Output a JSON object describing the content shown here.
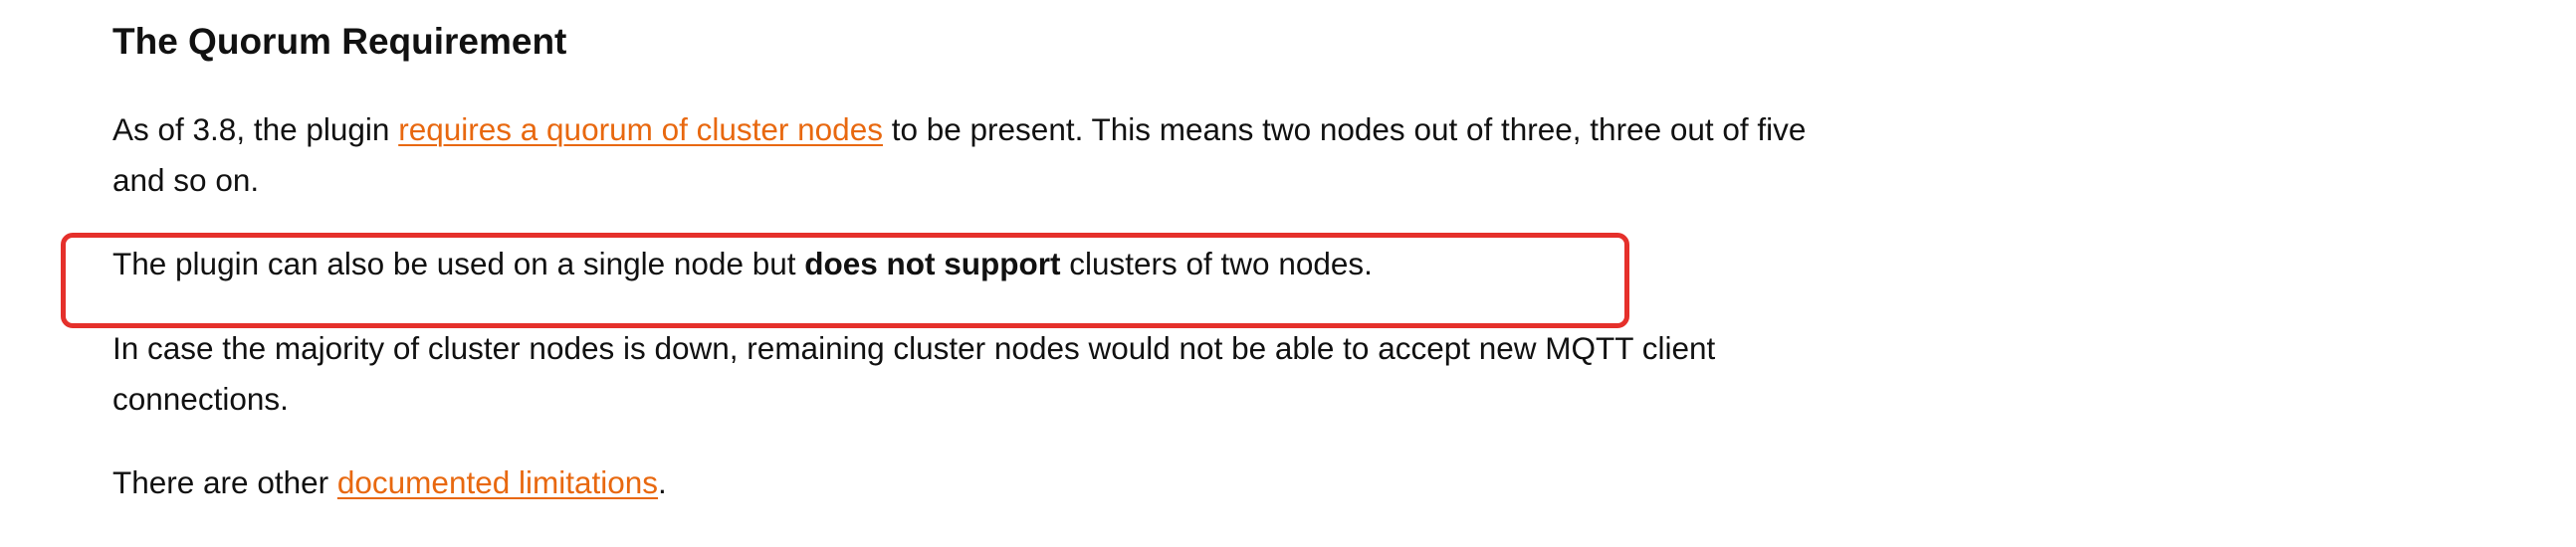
{
  "heading": "The Quorum Requirement",
  "para1": {
    "line1_before": "As of 3.8, the plugin ",
    "line1_link": "requires a quorum of cluster nodes",
    "line1_after": " to be present. This means two nodes out of three, three out of five",
    "line2": "and so on."
  },
  "para2": {
    "before": "The plugin can also be used on a single node but ",
    "bold": "does not support",
    "after": " clusters of two nodes."
  },
  "para3": {
    "line1": "In case the majority of cluster nodes is down, remaining cluster nodes would not be able to accept new MQTT client",
    "line2": "connections."
  },
  "para4": {
    "before": "There are other ",
    "link": "documented limitations",
    "after": "."
  },
  "colors": {
    "link": "#e8680f",
    "highlight_border": "#e5302b",
    "text": "#111111"
  }
}
